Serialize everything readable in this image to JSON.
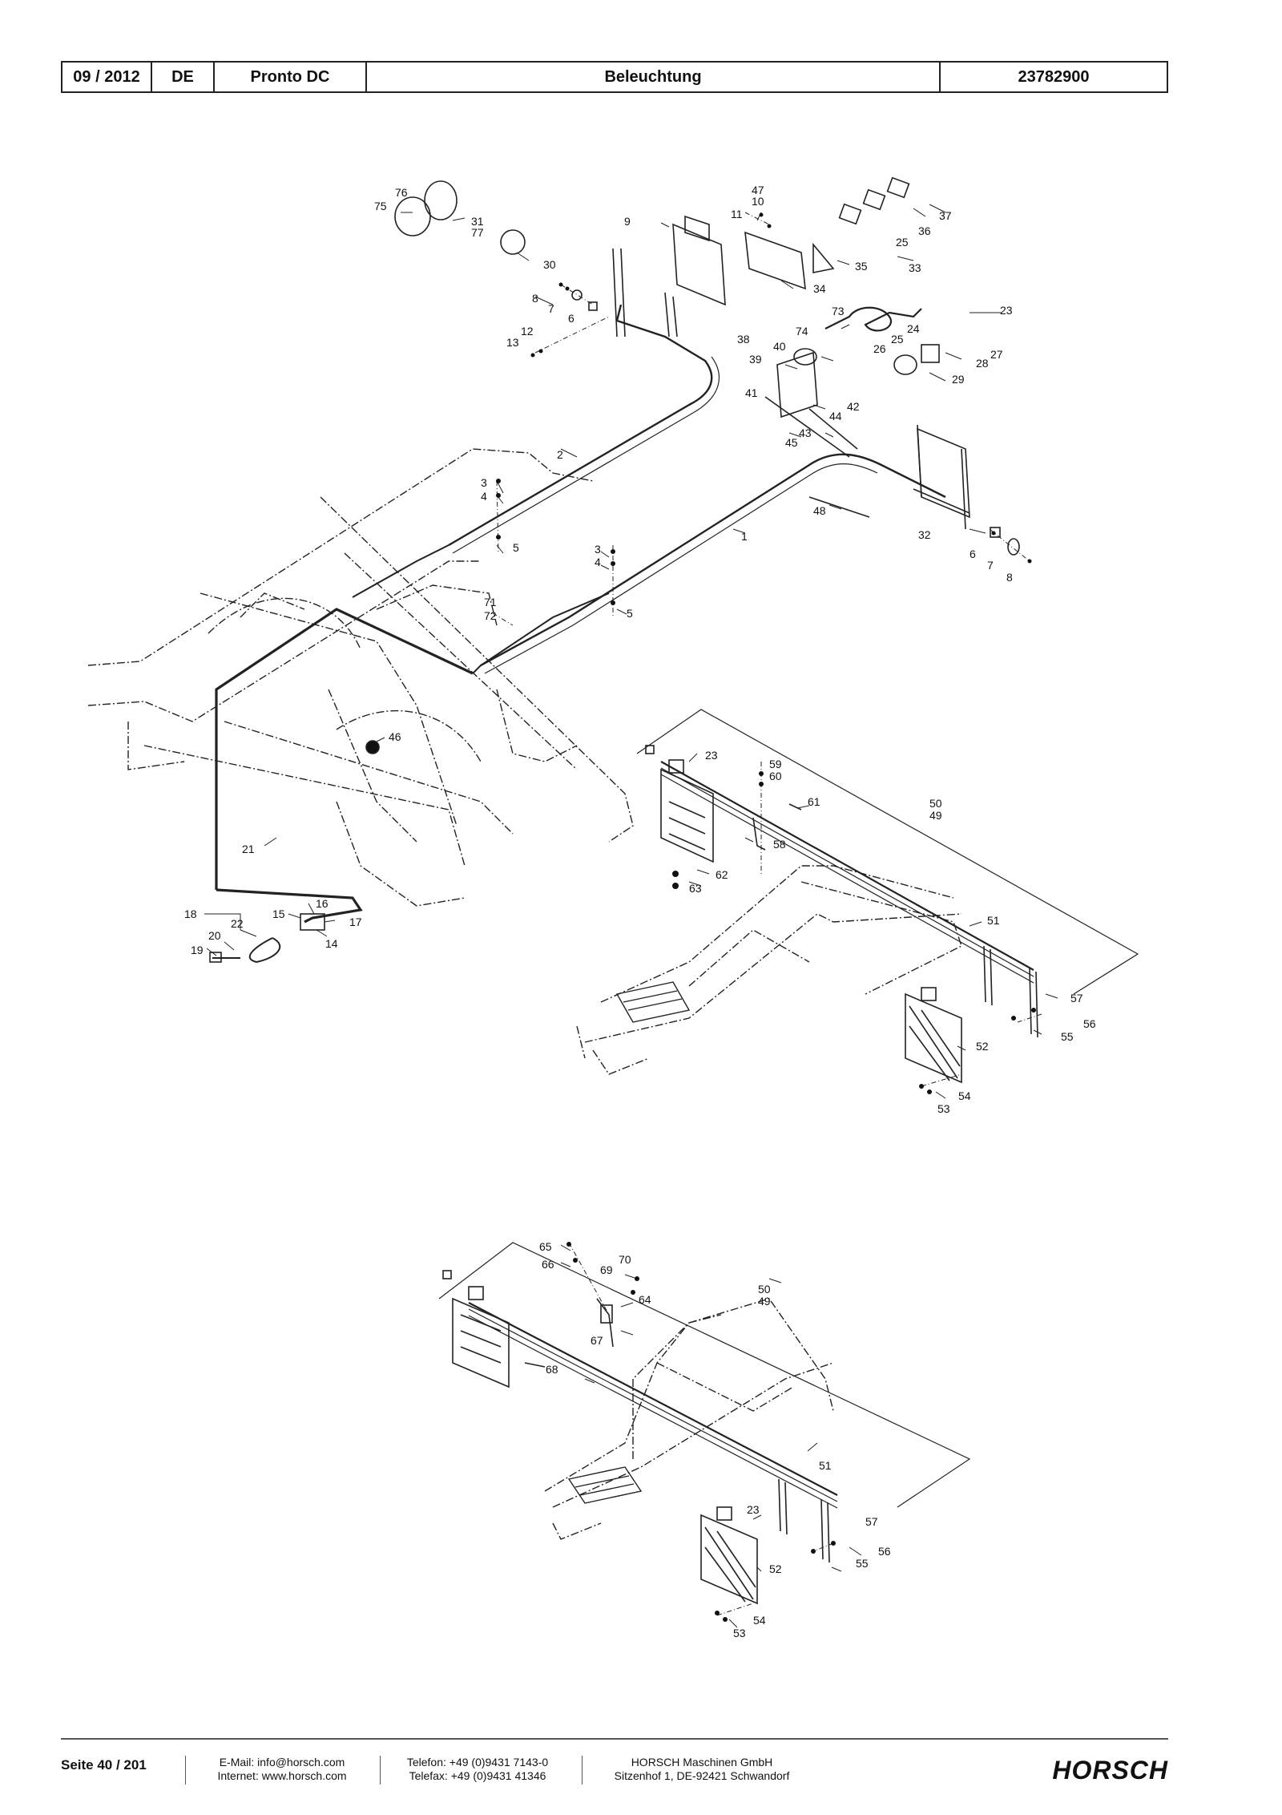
{
  "header": {
    "date": "09 / 2012",
    "lang": "DE",
    "model": "Pronto DC",
    "title": "Beleuchtung",
    "number": "23782900"
  },
  "callouts": {
    "c1": "1",
    "c2": "2",
    "c3a": "3",
    "c4a": "4",
    "c5a": "5",
    "c3b": "3",
    "c4b": "4",
    "c5b": "5",
    "c6a": "6",
    "c7a": "7",
    "c8a": "8",
    "c6b": "6",
    "c7b": "7",
    "c8b": "8",
    "c9": "9",
    "c10": "10",
    "c11": "11",
    "c12": "12",
    "c13": "13",
    "c14": "14",
    "c15": "15",
    "c16": "16",
    "c17": "17",
    "c18": "18",
    "c19": "19",
    "c20": "20",
    "c21": "21",
    "c22": "22",
    "c23a": "23",
    "c23b": "23",
    "c23c": "23",
    "c24": "24",
    "c25a": "25",
    "c25b": "25",
    "c26": "26",
    "c27": "27",
    "c28": "28",
    "c29": "29",
    "c30": "30",
    "c31": "31",
    "c77": "77",
    "c32": "32",
    "c33": "33",
    "c34": "34",
    "c35": "35",
    "c36": "36",
    "c37": "37",
    "c38": "38",
    "c39": "39",
    "c40": "40",
    "c41": "41",
    "c42": "42",
    "c43": "43",
    "c44": "44",
    "c45": "45",
    "c46": "46",
    "c47": "47",
    "c48": "48",
    "c49a": "49",
    "c50a": "50",
    "c49b": "49",
    "c50b": "50",
    "c51a": "51",
    "c51b": "51",
    "c52a": "52",
    "c52b": "52",
    "c53a": "53",
    "c53b": "53",
    "c54a": "54",
    "c54b": "54",
    "c55a": "55",
    "c55b": "55",
    "c56a": "56",
    "c56b": "56",
    "c57a": "57",
    "c57b": "57",
    "c58": "58",
    "c59": "59",
    "c60": "60",
    "c61": "61",
    "c62": "62",
    "c63": "63",
    "c64": "64",
    "c65": "65",
    "c66": "66",
    "c67": "67",
    "c68": "68",
    "c69": "69",
    "c70": "70",
    "c71": "71",
    "c72": "72",
    "c73": "73",
    "c74": "74",
    "c75": "75",
    "c76": "76"
  },
  "footer": {
    "page": "Seite 40 / 201",
    "email": "E-Mail: info@horsch.com",
    "web": "Internet: www.horsch.com",
    "phone": "Telefon: +49 (0)9431 7143-0",
    "fax": "Telefax: +49 (0)9431 41346",
    "company": "HORSCH Maschinen GmbH",
    "address": "Sitzenhof 1, DE-92421 Schwandorf",
    "logo": "HORSCH"
  }
}
